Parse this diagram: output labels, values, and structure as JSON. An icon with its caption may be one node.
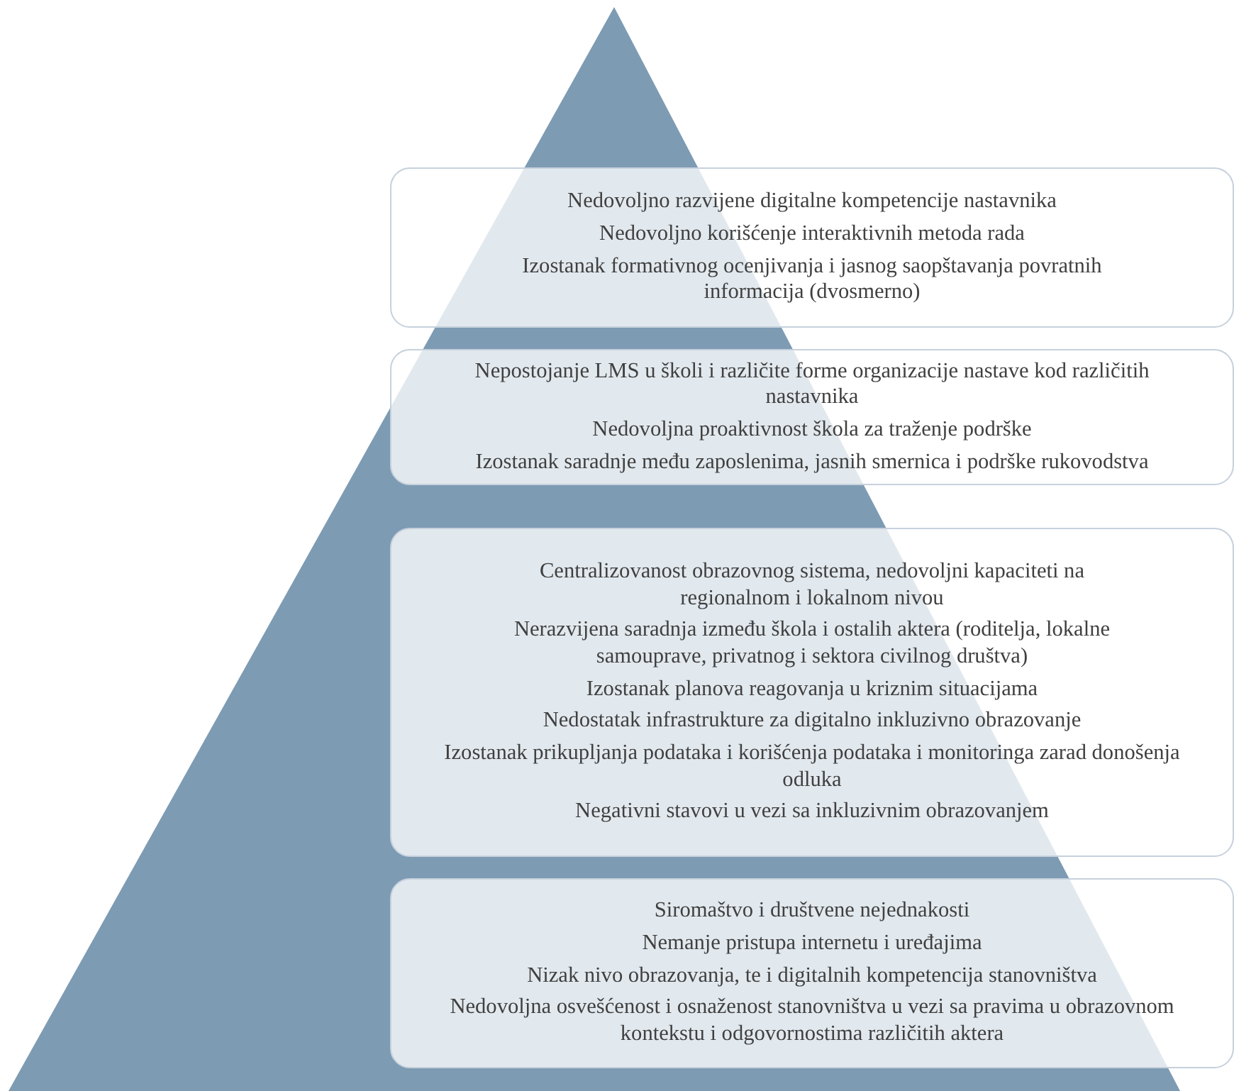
{
  "diagram": {
    "nodes": [
      {
        "text": [
          "Nedovoljno razvijene digitalne kompetencije nastavnika",
          "Nedovoljno korišćenje interaktivnih metoda rada",
          "Izostanak formativnog ocenjivanja i jasnog saopštavanja povratnih informacija (dvosmerno)"
        ]
      },
      {
        "text": [
          "Nepostojanje LMS u školi i različite forme organizacije nastave kod različitih nastavnika",
          "Nedovoljna proaktivnost škola za traženje podrške",
          "Izostanak saradnje među zaposlenima, jasnih smernica i podrške rukovodstva"
        ]
      },
      {
        "text": [
          "Centralizovanost obrazovnog sistema, nedovoljni kapaciteti na regionalnom i lokalnom nivou",
          "Nerazvijena saradnja između škola i ostalih aktera (roditelja, lokalne samouprave, privatnog i sektora civilnog društva)",
          "Izostanak planova reagovanja u kriznim situacijama",
          "Nedostatak infrastrukture za digitalno inkluzivno obrazovanje",
          "Izostanak prikupljanja podataka i korišćenja podataka i monitoringa zarad donošenja odluka",
          "Negativni stavovi u vezi sa inkluzivnim obrazovanjem"
        ]
      },
      {
        "text": [
          "Siromaštvo i društvene nejednakosti",
          "Nemanje pristupa internetu i uređajima",
          "Nizak nivo obrazovanja, te i digitalnih kompetencija stanovništva",
          "Nedovoljna osvešćenost i osnaženost stanovništva u vezi sa pravima u obrazovnom kontekstu i odgovornostima različitih aktera"
        ]
      }
    ]
  }
}
